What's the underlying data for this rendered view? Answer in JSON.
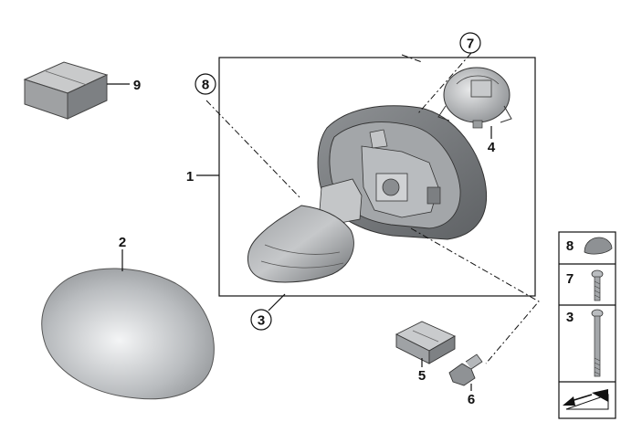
{
  "callouts": {
    "c1": "1",
    "c2": "2",
    "c3": "3",
    "c4": "4",
    "c5": "5",
    "c6": "6",
    "c7": "7",
    "c8": "8",
    "c9": "9"
  },
  "legend": {
    "row1": "8",
    "row2": "7",
    "row3": "3"
  },
  "colors": {
    "part_fill": "#a8aaac",
    "part_dark": "#6d6f72",
    "line": "#111111"
  }
}
